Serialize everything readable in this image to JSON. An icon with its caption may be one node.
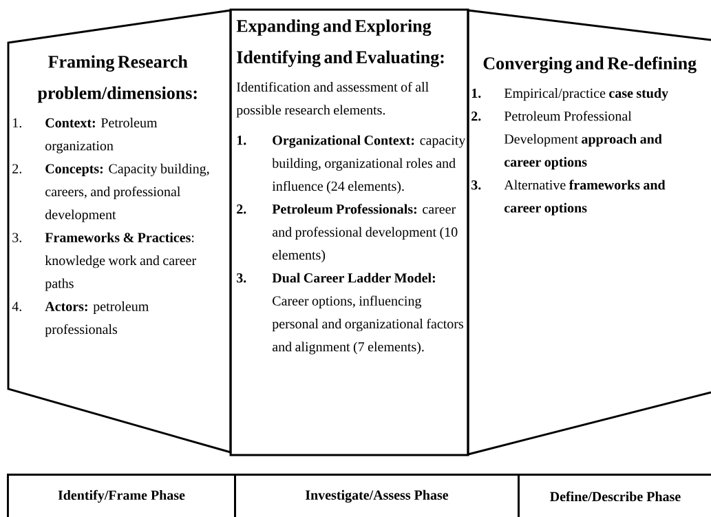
{
  "diagram": {
    "nodes": [
      {
        "text": [
          "Framing Research problem/dimensions:",
          "1.",
          "**Context:** Petroleum organization",
          "2.",
          "**Concepts:** Capacity building, careers, and professional development",
          "3.",
          "**Frameworks & Practices**: knowledge work and career paths",
          "4.",
          "**Actors:** petroleum professionals"
        ]
      },
      {
        "text": [
          "Expanding and Exploring",
          "Identifying and Evaluating:",
          "Identification and assessment of all possible research elements.",
          "1.",
          "**Organizational Context:** capacity building, organizational roles and influence (24 elements).",
          "2.",
          "**Petroleum Professionals:** career and professional development (10 elements)",
          "3.",
          "**Dual Career Ladder Model:** Career options, influencing personal and organizational factors and alignment (7 elements)."
        ]
      },
      {
        "text": [
          "Converging and Re-defining",
          "1.",
          "Empirical/practice **case study**",
          "2.",
          "Petroleum Professional Development **approach and career options**",
          "3.",
          "Alternative **frameworks and career options**"
        ]
      },
      {
        "text": [
          "Identify/Frame Phase"
        ]
      },
      {
        "text": [
          "Investigate/Assess Phase"
        ]
      },
      {
        "text": [
          "Define/Describe Phase"
        ]
      }
    ]
  }
}
